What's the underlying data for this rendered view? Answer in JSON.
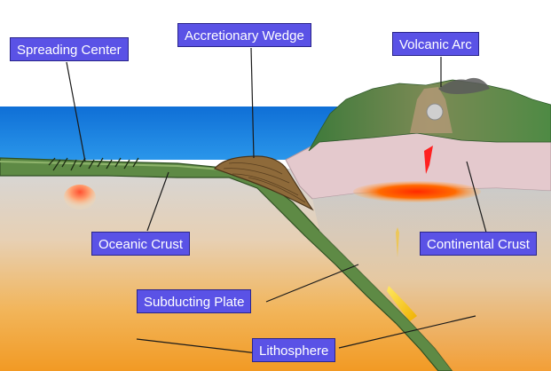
{
  "labels": {
    "spreading_center": "Spreading Center",
    "accretionary_wedge": "Accretionary Wedge",
    "volcanic_arc": "Volcanic Arc",
    "oceanic_crust": "Oceanic Crust",
    "continental_crust": "Continental Crust",
    "subducting_plate": "Subducting Plate",
    "lithosphere": "Lithosphere"
  },
  "colors": {
    "label_fill": "#5a52e6",
    "label_text": "#ffffff",
    "ocean": "#1a82e0",
    "plate_green": "#5e8a45",
    "mantle_top": "#d9d9d9",
    "mantle_bottom": "#f0a830",
    "continental_crust": "#e3c8cc",
    "magma": "#ff4a00",
    "wedge": "#8e6a3a"
  }
}
